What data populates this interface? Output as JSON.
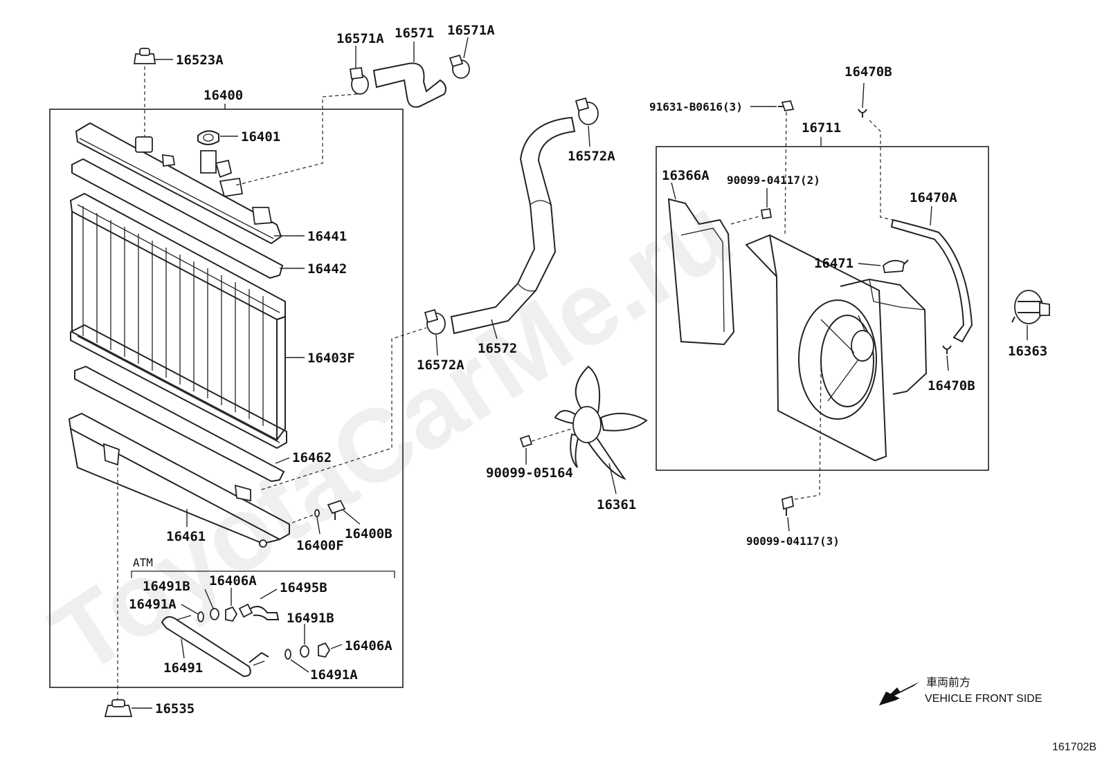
{
  "watermark": "ToyotaCarMe.ru",
  "labels": {
    "p16523A": "16523A",
    "p16400": "16400",
    "p16401": "16401",
    "p16441": "16441",
    "p16442": "16442",
    "p16403F": "16403F",
    "p16462": "16462",
    "p16461": "16461",
    "p16400F": "16400F",
    "p16400B": "16400B",
    "p16535": "16535",
    "p16571A_left": "16571A",
    "p16571": "16571",
    "p16571A_right": "16571A",
    "p16572A_top": "16572A",
    "p16572A_bottom": "16572A",
    "p16572": "16572",
    "p16361": "16361",
    "p90099_05164": "90099-05164",
    "p91631_B0616": "91631-B0616(3)",
    "p16711": "16711",
    "p16366A": "16366A",
    "p90099_04117_2": "90099-04117(2)",
    "p16470B_top": "16470B",
    "p16470A": "16470A",
    "p16471": "16471",
    "p16470B_bottom": "16470B",
    "p16363": "16363",
    "p90099_04117_3": "90099-04117(3)",
    "atm": "ATM",
    "p16491B_a": "16491B",
    "p16406A_a": "16406A",
    "p16495B": "16495B",
    "p16491A_a": "16491A",
    "p16491B_b": "16491B",
    "p16406A_b": "16406A",
    "p16491": "16491",
    "p16491A_b": "16491A"
  },
  "direction": {
    "jp": "車両前方",
    "en": "VEHICLE FRONT SIDE"
  },
  "figure_id": "161702B"
}
